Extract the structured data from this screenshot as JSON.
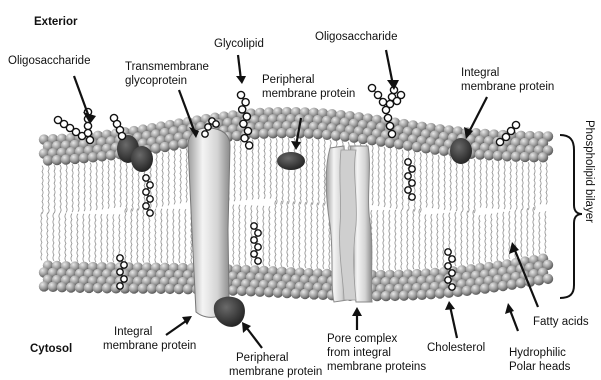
{
  "labels": {
    "exterior": "Exterior",
    "cytosol": "Cytosol",
    "oligosaccharide_left": "Oligosaccharide",
    "transmembrane_line1": "Transmembrane",
    "transmembrane_line2": "glycoprotein",
    "glycolipid": "Glycolipid",
    "peripheral_top_line1": "Peripheral",
    "peripheral_top_line2": "membrane protein",
    "oligosaccharide_right": "Oligosaccharide",
    "integral_top_line1": "Integral",
    "integral_top_line2": "membrane protein",
    "phospholipid_bilayer": "Phospholipid bilayer",
    "integral_bottom_line1": "Integral",
    "integral_bottom_line2": "membrane protein",
    "peripheral_bottom_line1": "Peripheral",
    "peripheral_bottom_line2": "membrane protein",
    "pore_line1": "Pore complex",
    "pore_line2": "from integral",
    "pore_line3": "membrane proteins",
    "cholesterol": "Cholesterol",
    "fatty_acids": "Fatty acids",
    "hydrophilic_line1": "Hydrophilic",
    "hydrophilic_line2": "Polar heads"
  }
}
